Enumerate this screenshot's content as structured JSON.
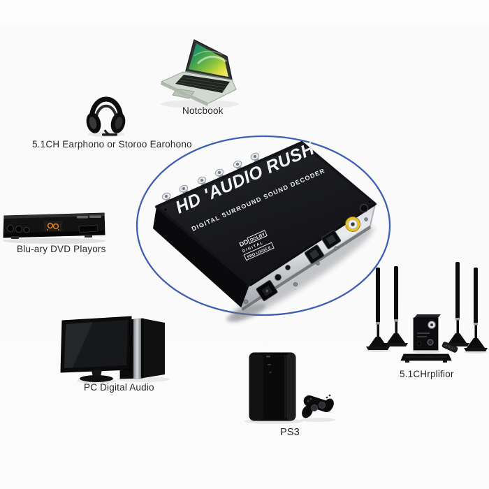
{
  "colors": {
    "circle_stroke": "#3f5fb2",
    "rca_yellow": "#e6c427",
    "display_orange": "#e0791c"
  },
  "device": {
    "title": "HD 'AUDIO RUSH",
    "subtitle": "DIGITAL SURROUND SOUND DECODER",
    "dolby": {
      "dd": "DD",
      "dolby": "DOLBY",
      "digital": "D I G I T A L",
      "prologic": "PRO LOGIC II"
    }
  },
  "labels": {
    "earphone": "5.1CH Earphono or Storoo Earohono",
    "notebook": "Notcbook",
    "bluray": "Blu-ary DVD Playors",
    "pc": "PC Digital Audio",
    "ps3": "PS3",
    "amplifier": "5.1CHrplifior"
  }
}
